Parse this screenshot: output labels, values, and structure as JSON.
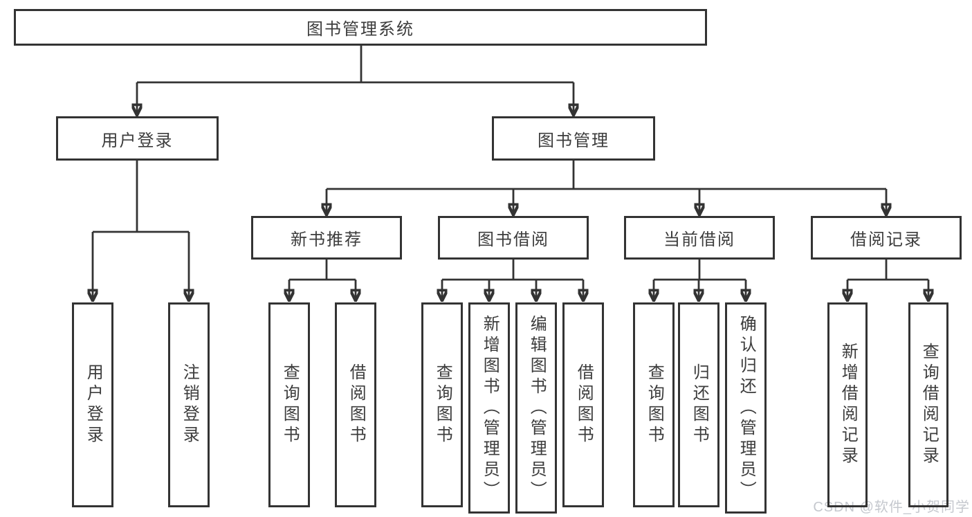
{
  "diagram": {
    "root": {
      "label": "图书管理系统",
      "children": [
        {
          "label": "用户登录",
          "children": [
            {
              "label": "用户登录"
            },
            {
              "label": "注销登录"
            }
          ]
        },
        {
          "label": "图书管理",
          "children": [
            {
              "label": "新书推荐",
              "children": [
                {
                  "label": "查询图书"
                },
                {
                  "label": "借阅图书"
                }
              ]
            },
            {
              "label": "图书借阅",
              "children": [
                {
                  "label": "查询图书"
                },
                {
                  "label": "新增图书（管理员）"
                },
                {
                  "label": "编辑图书（管理员）"
                },
                {
                  "label": "借阅图书"
                }
              ]
            },
            {
              "label": "当前借阅",
              "children": [
                {
                  "label": "查询图书"
                },
                {
                  "label": "归还图书"
                },
                {
                  "label": "确认归还（管理员）"
                }
              ]
            },
            {
              "label": "借阅记录",
              "children": [
                {
                  "label": "新增借阅记录"
                },
                {
                  "label": "查询借阅记录"
                }
              ]
            }
          ]
        }
      ]
    }
  },
  "watermark": {
    "text": "CSDN @软件_小贺同学"
  },
  "colors": {
    "box_border": "#333333",
    "connector": "#333333",
    "label_text": "#3c3c3c",
    "watermark_text": "#c5c8ce",
    "background": "#ffffff"
  }
}
